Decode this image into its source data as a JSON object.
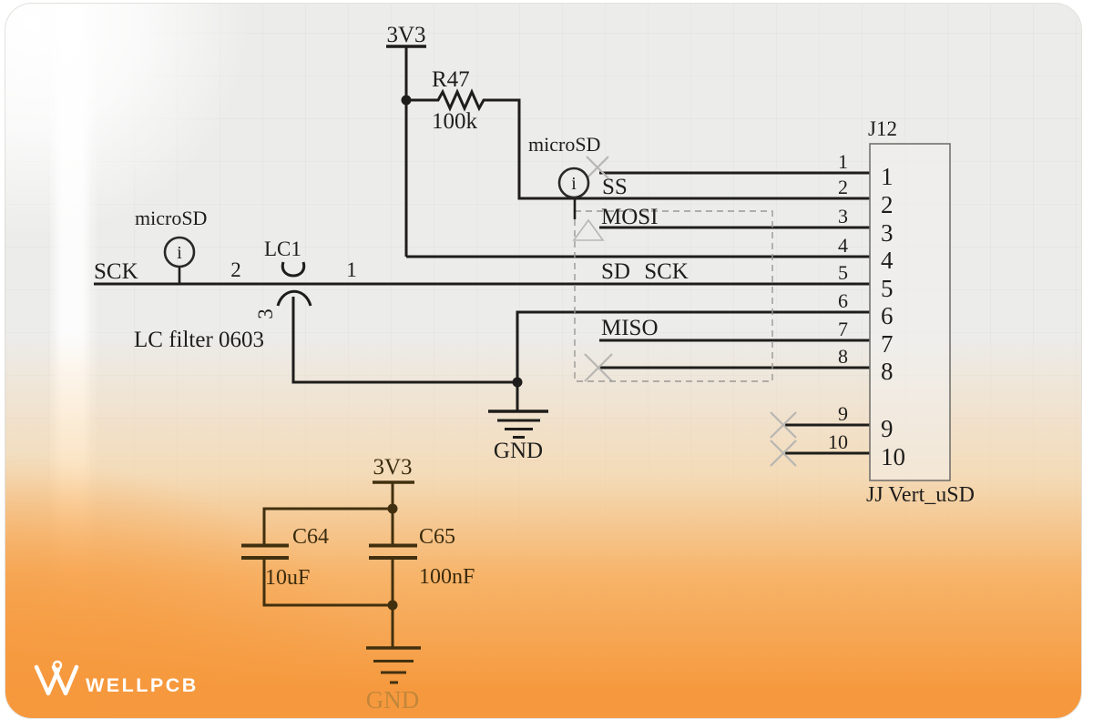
{
  "schematic": {
    "power_rails": {
      "top_3v3": "3V3",
      "bottom_3v3": "3V3",
      "gnd_mid": "GND",
      "gnd_bottom": "GND"
    },
    "resistor_r47": {
      "name": "R47",
      "value": "100k"
    },
    "microsd_flag_ss": "microSD",
    "microsd_flag_sck": "microSD",
    "info_symbol": "i",
    "net_labels": {
      "ss": "SS",
      "mosi": "MOSI",
      "sd_sck": "SD SCK",
      "miso": "MISO",
      "sck": "SCK"
    },
    "filter_lc1": {
      "name": "LC1",
      "pin_left": "2",
      "pin_right": "1",
      "pin_bottom": "3",
      "note": "LC filter 0603"
    },
    "cap_c64": {
      "name": "C64",
      "value": "10uF"
    },
    "cap_c65": {
      "name": "C65",
      "value": "100nF"
    },
    "connector_j12": {
      "designator": "J12",
      "part_name": "JJ Vert_uSD",
      "pins_external": [
        "1",
        "2",
        "3",
        "4",
        "5",
        "6",
        "7",
        "8",
        "9",
        "10"
      ],
      "pins_internal": [
        "1",
        "2",
        "3",
        "4",
        "5",
        "6",
        "7",
        "8",
        "9",
        "10"
      ]
    }
  },
  "branding": {
    "logo_text": "WELLPCB"
  },
  "colors": {
    "ink": "#1e1d1b",
    "bottom_ink": "#41300f",
    "gnd_label_orange": "#c2863a",
    "card_orange": "#f6993e",
    "marker_gray": "#b8b6b2"
  }
}
